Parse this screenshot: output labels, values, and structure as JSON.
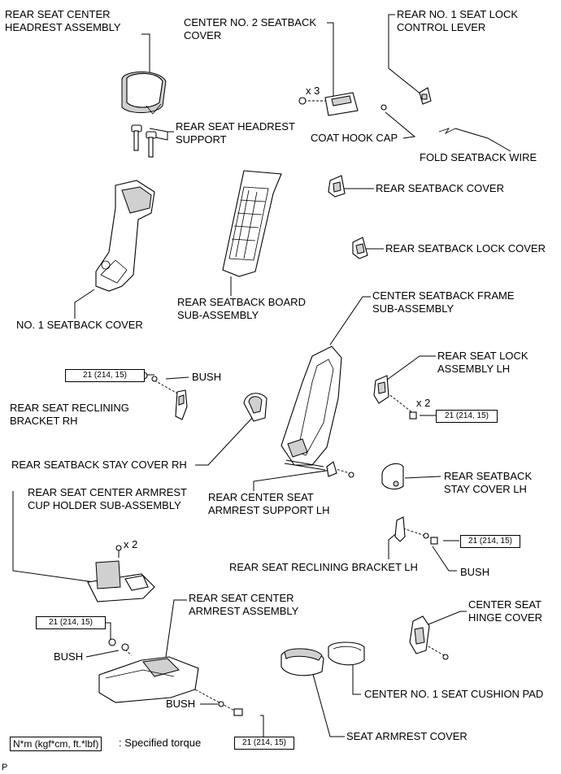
{
  "labels": {
    "rear_seat_center_headrest_assembly": "REAR SEAT CENTER\nHEADREST ASSEMBLY",
    "center_no2_seatback_cover": "CENTER NO. 2 SEATBACK\nCOVER",
    "rear_no1_seat_lock_control_lever": "REAR NO. 1 SEAT LOCK\nCONTROL LEVER",
    "x3": "x 3",
    "rear_seat_headrest_support": "REAR SEAT HEADREST\nSUPPORT",
    "coat_hook_cap": "COAT HOOK CAP",
    "fold_seatback_wire": "FOLD SEATBACK WIRE",
    "rear_seatback_cover": "REAR SEATBACK COVER",
    "rear_seatback_lock_cover": "REAR SEATBACK LOCK COVER",
    "no1_seatback_cover": "NO. 1 SEATBACK COVER",
    "rear_seatback_board_sub_assembly": "REAR SEATBACK BOARD\nSUB-ASSEMBLY",
    "center_seatback_frame_sub_assembly": "CENTER SEATBACK FRAME\nSUB-ASSEMBLY",
    "bush_1": "BUSH",
    "rear_seat_lock_assembly_lh": "REAR SEAT LOCK\nASSEMBLY LH",
    "rear_seat_reclining_bracket_rh": "REAR SEAT RECLINING\nBRACKET RH",
    "x2_a": "x 2",
    "rear_seatback_stay_cover_rh": "REAR SEATBACK STAY COVER RH",
    "rear_seatback_stay_cover_lh": "REAR SEATBACK\nSTAY COVER LH",
    "rear_seat_center_armrest_cup_holder": "REAR SEAT CENTER ARMREST\nCUP HOLDER SUB-ASSEMBLY",
    "rear_center_seat_armrest_support_lh": "REAR CENTER SEAT\nARMREST SUPPORT LH",
    "x2_b": "x 2",
    "rear_seat_reclining_bracket_lh": "REAR SEAT RECLINING BRACKET LH",
    "bush_2": "BUSH",
    "rear_seat_center_armrest_assembly": "REAR SEAT CENTER\nARMREST ASSEMBLY",
    "center_seat_hinge_cover": "CENTER SEAT\nHINGE COVER",
    "bush_3": "BUSH",
    "bush_4": "BUSH",
    "center_no1_seat_cushion_pad": "CENTER NO. 1 SEAT CUSHION PAD",
    "seat_armrest_cover": "SEAT ARMREST COVER",
    "specified_torque": ": Specified torque",
    "page_marker": "P"
  },
  "torque_boxes": {
    "t1": "21 (214, 15)",
    "t2": "21 (214, 15)",
    "t3": "21 (214, 15)",
    "t4": "21 (214, 15)",
    "t5": "21 (214, 15)"
  },
  "legend": {
    "torque_unit": "N*m (kgf*cm, ft.*lbf)"
  },
  "colors": {
    "line": "#000000",
    "part_fill": "#ffffff",
    "part_shade": "#d0d0d0"
  }
}
